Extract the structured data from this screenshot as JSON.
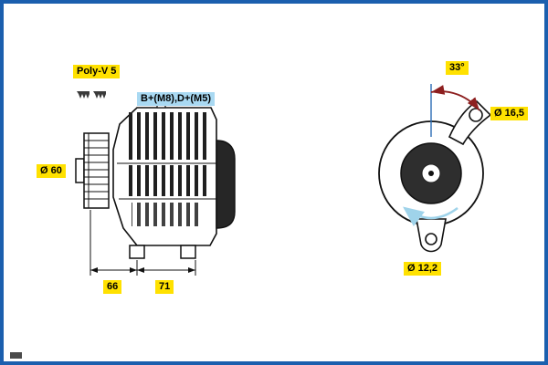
{
  "labels": {
    "belt_type": "Poly-V 5",
    "terminals": "B+(M8),D+(M5)",
    "pulley_diameter": "Ø 60",
    "mount_angle": "33°",
    "hole_top_diameter": "Ø 16,5",
    "hole_bottom_diameter": "Ø 12,2",
    "dim_66": "66",
    "dim_71": "71"
  },
  "colors": {
    "frame_border": "#1b5fae",
    "highlight_yellow": "#ffe100",
    "highlight_blue": "#a9d9f2",
    "line_black": "#111111",
    "angle_arrow_red": "#8d1f1f",
    "rotation_arrow_blue": "#9fd3ea",
    "angle_reference_line_blue": "#2a6db5"
  }
}
